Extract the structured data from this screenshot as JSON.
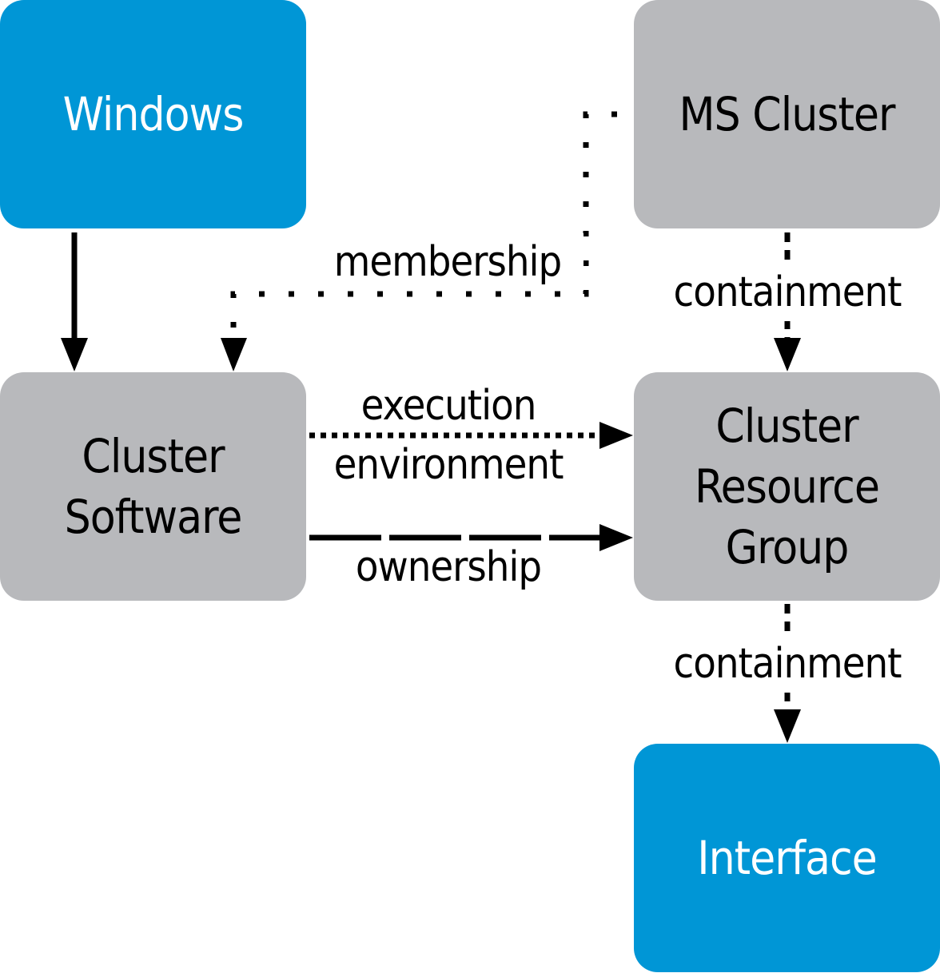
{
  "diagram": {
    "nodes": {
      "windows": {
        "lines": [
          "Windows"
        ]
      },
      "ms_cluster": {
        "lines": [
          "MS Cluster"
        ]
      },
      "cluster_software": {
        "lines": [
          "Cluster",
          "Software"
        ]
      },
      "cluster_resource_group": {
        "lines": [
          "Cluster",
          "Resource",
          "Group"
        ]
      },
      "interface": {
        "lines": [
          "Interface"
        ]
      }
    },
    "edges": {
      "membership": {
        "label": "membership"
      },
      "containment_1": {
        "label": "containment"
      },
      "execution_environment": {
        "lines": [
          "execution",
          "environment"
        ]
      },
      "ownership": {
        "label": "ownership"
      },
      "containment_2": {
        "label": "containment"
      }
    }
  },
  "colors": {
    "blue_node": "#0096d6",
    "gray_node": "#b8b9bc"
  }
}
